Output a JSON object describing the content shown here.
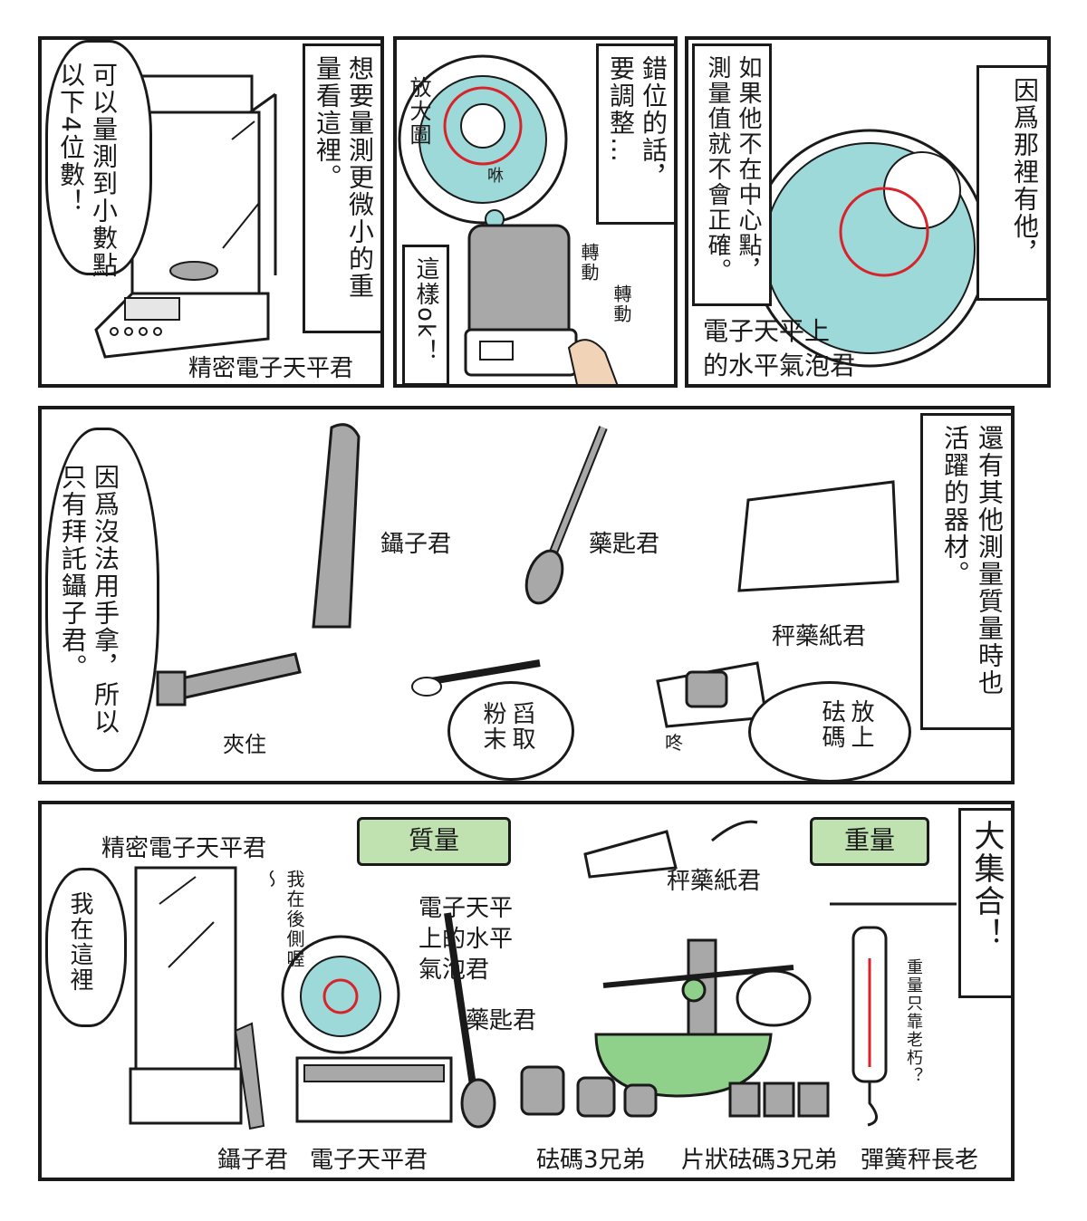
{
  "row1": {
    "panel1": {
      "bubble": "可以量測到小數點以下4位數！",
      "box": "想要量測更微小的重量看這裡。",
      "label": "精密電子天平君"
    },
    "panel2": {
      "zoom": "放大圖",
      "sfx_swish": "咻",
      "box": "錯位的話，要調整…",
      "note": "這樣ok！",
      "sfx_turn1": "轉動",
      "sfx_turn2": "轉動"
    },
    "panel3": {
      "box_main": "因爲那裡有他，",
      "box_sub": "如果他不在中心點，測量值就不會正確。",
      "label_line1": "電子天平上",
      "label_line2": "的水平氣泡君"
    }
  },
  "row2": {
    "box": "還有其他測量質量時也活躍的器材。",
    "bubble_left": "因爲沒法用手拿，所以只有拜託鑷子君。",
    "label_tweezers": "鑷子君",
    "label_spoon": "藥匙君",
    "label_paper": "秤藥紙君",
    "sfx_clip": "夾住",
    "bubble_powder": "舀取粉末",
    "bubble_weight": "放上砝碼",
    "sfx_dong": "咚"
  },
  "row3": {
    "box": "大集合！",
    "ribbon_mass": "質量",
    "ribbon_weight": "重量",
    "label_precision": "精密電子天平君",
    "bubble_here": "我在這裡",
    "bubble_behind": "我在後側喔～",
    "label_bubble_line1": "電子天平",
    "label_bubble_line2": "上的水平",
    "label_bubble_line3": "氣泡君",
    "label_spoon": "藥匙君",
    "label_paper": "秤藥紙君",
    "label_tweezers": "鑷子君",
    "label_balance": "電子天平君",
    "label_weights": "砝碼3兄弟",
    "label_flat_weights": "片狀砝碼3兄弟",
    "label_spring": "彈簧秤長老",
    "note_spring": "重量只靠老朽？"
  },
  "colors": {
    "ink": "#1a1a1a",
    "bubble_blue": "#9ed9d9",
    "ribbon_green": "#bfe2b0",
    "balance_green": "#8fd18a",
    "red": "#d8232a",
    "gray": "#a8a8a8"
  }
}
